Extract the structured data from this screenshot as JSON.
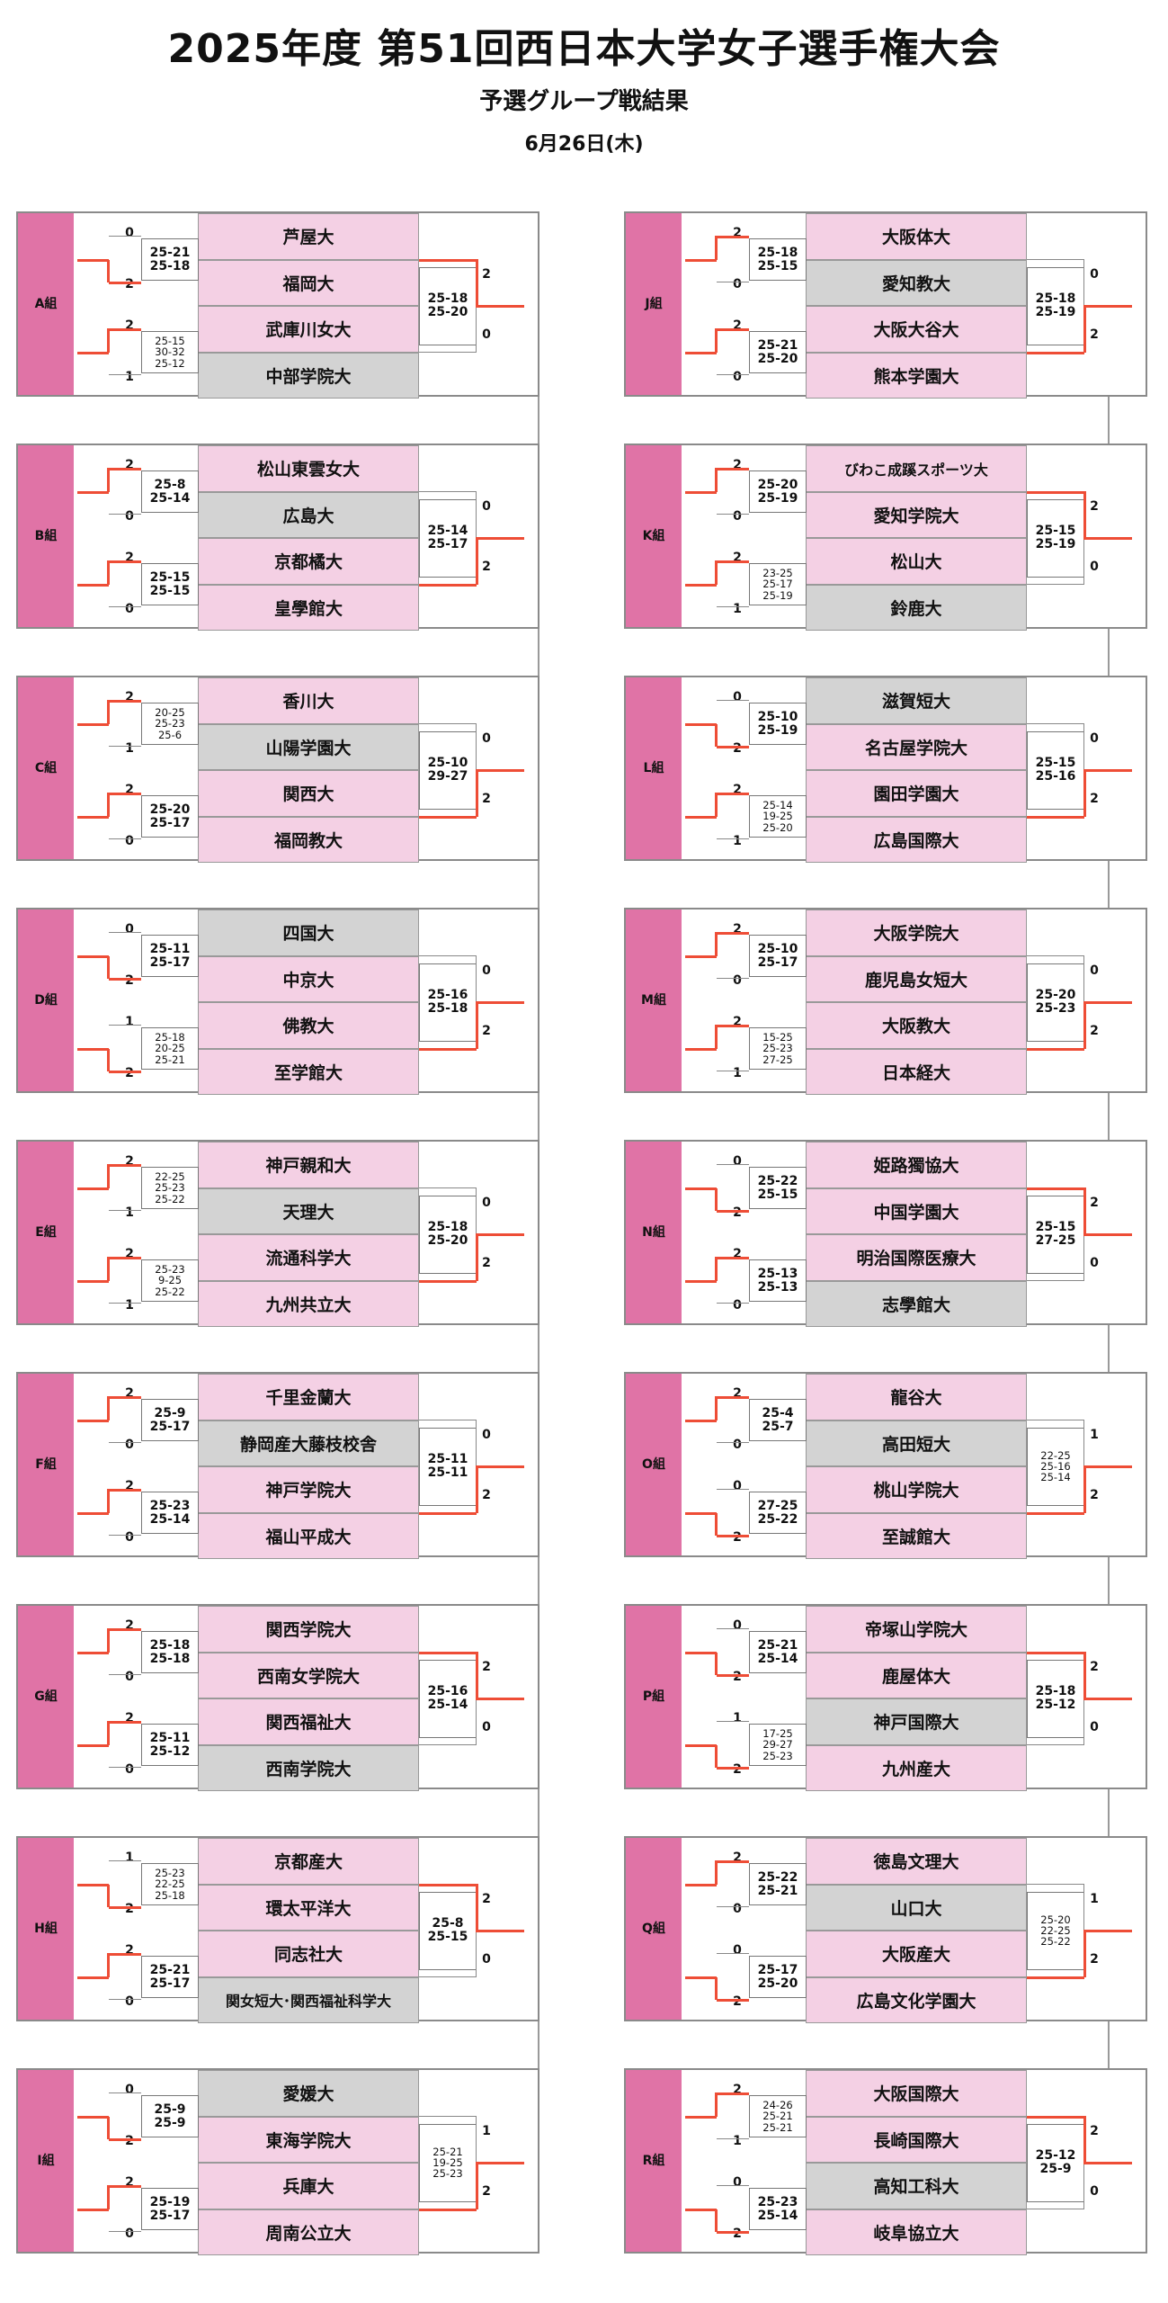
{
  "header": {
    "title": "2025年度 第51回西日本大学女子選手権大会",
    "subtitle": "予選グループ戦結果",
    "date": "6月26日(木)"
  },
  "colors": {
    "group_label": "#e073a6",
    "team_pink": "#f4d0e4",
    "team_gray": "#d3d3d3",
    "winner_line": "#ee4d36"
  },
  "groups": [
    {
      "name": "A",
      "suffix": "組",
      "teams": [
        {
          "name": "芦屋大",
          "shade": "pink"
        },
        {
          "name": "福岡大",
          "shade": "pink"
        },
        {
          "name": "武庫川女大",
          "shade": "pink"
        },
        {
          "name": "中部学院大",
          "shade": "gray"
        }
      ],
      "match1": {
        "scores": [
          "25-21",
          "25-18"
        ],
        "sets": [
          "0",
          "2"
        ],
        "winner": "bottom"
      },
      "match2": {
        "scores": [
          "25-15",
          "30-32",
          "25-12"
        ],
        "sets": [
          "2",
          "1"
        ],
        "winner": "top"
      },
      "final": {
        "scores": [
          "25-18",
          "25-20"
        ],
        "sets": [
          "2",
          "0"
        ],
        "winner": "top"
      }
    },
    {
      "name": "B",
      "suffix": "組",
      "teams": [
        {
          "name": "松山東雲女大",
          "shade": "pink"
        },
        {
          "name": "広島大",
          "shade": "gray"
        },
        {
          "name": "京都橘大",
          "shade": "pink"
        },
        {
          "name": "皇學館大",
          "shade": "pink"
        }
      ],
      "match1": {
        "scores": [
          "25-8",
          "25-14"
        ],
        "sets": [
          "2",
          "0"
        ],
        "winner": "top"
      },
      "match2": {
        "scores": [
          "25-15",
          "25-15"
        ],
        "sets": [
          "2",
          "0"
        ],
        "winner": "top"
      },
      "final": {
        "scores": [
          "25-14",
          "25-17"
        ],
        "sets": [
          "0",
          "2"
        ],
        "winner": "bottom"
      }
    },
    {
      "name": "C",
      "suffix": "組",
      "teams": [
        {
          "name": "香川大",
          "shade": "pink"
        },
        {
          "name": "山陽学園大",
          "shade": "gray"
        },
        {
          "name": "関西大",
          "shade": "pink"
        },
        {
          "name": "福岡教大",
          "shade": "pink"
        }
      ],
      "match1": {
        "scores": [
          "20-25",
          "25-23",
          "25-6"
        ],
        "sets": [
          "2",
          "1"
        ],
        "winner": "top"
      },
      "match2": {
        "scores": [
          "25-20",
          "25-17"
        ],
        "sets": [
          "2",
          "0"
        ],
        "winner": "top"
      },
      "final": {
        "scores": [
          "25-10",
          "29-27"
        ],
        "sets": [
          "0",
          "2"
        ],
        "winner": "bottom"
      }
    },
    {
      "name": "D",
      "suffix": "組",
      "teams": [
        {
          "name": "四国大",
          "shade": "gray"
        },
        {
          "name": "中京大",
          "shade": "pink"
        },
        {
          "name": "佛教大",
          "shade": "pink"
        },
        {
          "name": "至学館大",
          "shade": "pink"
        }
      ],
      "match1": {
        "scores": [
          "25-11",
          "25-17"
        ],
        "sets": [
          "0",
          "2"
        ],
        "winner": "bottom"
      },
      "match2": {
        "scores": [
          "25-18",
          "20-25",
          "25-21"
        ],
        "sets": [
          "1",
          "2"
        ],
        "winner": "bottom"
      },
      "final": {
        "scores": [
          "25-16",
          "25-18"
        ],
        "sets": [
          "0",
          "2"
        ],
        "winner": "bottom"
      }
    },
    {
      "name": "E",
      "suffix": "組",
      "teams": [
        {
          "name": "神戸親和大",
          "shade": "pink"
        },
        {
          "name": "天理大",
          "shade": "gray"
        },
        {
          "name": "流通科学大",
          "shade": "pink"
        },
        {
          "name": "九州共立大",
          "shade": "pink"
        }
      ],
      "match1": {
        "scores": [
          "22-25",
          "25-23",
          "25-22"
        ],
        "sets": [
          "2",
          "1"
        ],
        "winner": "top"
      },
      "match2": {
        "scores": [
          "25-23",
          "9-25",
          "25-22"
        ],
        "sets": [
          "2",
          "1"
        ],
        "winner": "top"
      },
      "final": {
        "scores": [
          "25-18",
          "25-20"
        ],
        "sets": [
          "0",
          "2"
        ],
        "winner": "bottom"
      }
    },
    {
      "name": "F",
      "suffix": "組",
      "teams": [
        {
          "name": "千里金蘭大",
          "shade": "pink"
        },
        {
          "name": "静岡産大藤枝校舎",
          "shade": "gray"
        },
        {
          "name": "神戸学院大",
          "shade": "pink"
        },
        {
          "name": "福山平成大",
          "shade": "pink"
        }
      ],
      "match1": {
        "scores": [
          "25-9",
          "25-17"
        ],
        "sets": [
          "2",
          "0"
        ],
        "winner": "top"
      },
      "match2": {
        "scores": [
          "25-23",
          "25-14"
        ],
        "sets": [
          "2",
          "0"
        ],
        "winner": "top"
      },
      "final": {
        "scores": [
          "25-11",
          "25-11"
        ],
        "sets": [
          "0",
          "2"
        ],
        "winner": "bottom"
      }
    },
    {
      "name": "G",
      "suffix": "組",
      "teams": [
        {
          "name": "関西学院大",
          "shade": "pink"
        },
        {
          "name": "西南女学院大",
          "shade": "pink"
        },
        {
          "name": "関西福祉大",
          "shade": "pink"
        },
        {
          "name": "西南学院大",
          "shade": "gray"
        }
      ],
      "match1": {
        "scores": [
          "25-18",
          "25-18"
        ],
        "sets": [
          "2",
          "0"
        ],
        "winner": "top"
      },
      "match2": {
        "scores": [
          "25-11",
          "25-12"
        ],
        "sets": [
          "2",
          "0"
        ],
        "winner": "top"
      },
      "final": {
        "scores": [
          "25-16",
          "25-14"
        ],
        "sets": [
          "2",
          "0"
        ],
        "winner": "top"
      }
    },
    {
      "name": "H",
      "suffix": "組",
      "teams": [
        {
          "name": "京都産大",
          "shade": "pink"
        },
        {
          "name": "環太平洋大",
          "shade": "pink"
        },
        {
          "name": "同志社大",
          "shade": "pink"
        },
        {
          "name": "関女短大･関西福祉科学大",
          "shade": "gray"
        }
      ],
      "match1": {
        "scores": [
          "25-23",
          "22-25",
          "25-18"
        ],
        "sets": [
          "1",
          "2"
        ],
        "winner": "bottom"
      },
      "match2": {
        "scores": [
          "25-21",
          "25-17"
        ],
        "sets": [
          "2",
          "0"
        ],
        "winner": "top"
      },
      "final": {
        "scores": [
          "25-8",
          "25-15"
        ],
        "sets": [
          "2",
          "0"
        ],
        "winner": "top"
      }
    },
    {
      "name": "I",
      "suffix": "組",
      "teams": [
        {
          "name": "愛媛大",
          "shade": "gray"
        },
        {
          "name": "東海学院大",
          "shade": "pink"
        },
        {
          "name": "兵庫大",
          "shade": "pink"
        },
        {
          "name": "周南公立大",
          "shade": "pink"
        }
      ],
      "match1": {
        "scores": [
          "25-9",
          "25-9"
        ],
        "sets": [
          "0",
          "2"
        ],
        "winner": "bottom"
      },
      "match2": {
        "scores": [
          "25-19",
          "25-17"
        ],
        "sets": [
          "2",
          "0"
        ],
        "winner": "top"
      },
      "final": {
        "scores": [
          "25-21",
          "19-25",
          "25-23"
        ],
        "sets": [
          "1",
          "2"
        ],
        "winner": "bottom"
      }
    },
    {
      "name": "J",
      "suffix": "組",
      "teams": [
        {
          "name": "大阪体大",
          "shade": "pink"
        },
        {
          "name": "愛知教大",
          "shade": "gray"
        },
        {
          "name": "大阪大谷大",
          "shade": "pink"
        },
        {
          "name": "熊本学園大",
          "shade": "pink"
        }
      ],
      "match1": {
        "scores": [
          "25-18",
          "25-15"
        ],
        "sets": [
          "2",
          "0"
        ],
        "winner": "top"
      },
      "match2": {
        "scores": [
          "25-21",
          "25-20"
        ],
        "sets": [
          "2",
          "0"
        ],
        "winner": "top"
      },
      "final": {
        "scores": [
          "25-18",
          "25-19"
        ],
        "sets": [
          "0",
          "2"
        ],
        "winner": "bottom"
      }
    },
    {
      "name": "K",
      "suffix": "組",
      "teams": [
        {
          "name": "びわこ成蹊スポーツ大",
          "shade": "pink"
        },
        {
          "name": "愛知学院大",
          "shade": "pink"
        },
        {
          "name": "松山大",
          "shade": "pink"
        },
        {
          "name": "鈴鹿大",
          "shade": "gray"
        }
      ],
      "match1": {
        "scores": [
          "25-20",
          "25-19"
        ],
        "sets": [
          "2",
          "0"
        ],
        "winner": "top"
      },
      "match2": {
        "scores": [
          "23-25",
          "25-17",
          "25-19"
        ],
        "sets": [
          "2",
          "1"
        ],
        "winner": "top"
      },
      "final": {
        "scores": [
          "25-15",
          "25-19"
        ],
        "sets": [
          "2",
          "0"
        ],
        "winner": "top"
      }
    },
    {
      "name": "L",
      "suffix": "組",
      "teams": [
        {
          "name": "滋賀短大",
          "shade": "gray"
        },
        {
          "name": "名古屋学院大",
          "shade": "pink"
        },
        {
          "name": "園田学園大",
          "shade": "pink"
        },
        {
          "name": "広島国際大",
          "shade": "pink"
        }
      ],
      "match1": {
        "scores": [
          "25-10",
          "25-19"
        ],
        "sets": [
          "0",
          "2"
        ],
        "winner": "bottom"
      },
      "match2": {
        "scores": [
          "25-14",
          "19-25",
          "25-20"
        ],
        "sets": [
          "2",
          "1"
        ],
        "winner": "top"
      },
      "final": {
        "scores": [
          "25-15",
          "25-16"
        ],
        "sets": [
          "0",
          "2"
        ],
        "winner": "bottom"
      }
    },
    {
      "name": "M",
      "suffix": "組",
      "teams": [
        {
          "name": "大阪学院大",
          "shade": "pink"
        },
        {
          "name": "鹿児島女短大",
          "shade": "pink"
        },
        {
          "name": "大阪教大",
          "shade": "pink"
        },
        {
          "name": "日本経大",
          "shade": "pink"
        }
      ],
      "match1": {
        "scores": [
          "25-10",
          "25-17"
        ],
        "sets": [
          "2",
          "0"
        ],
        "winner": "top"
      },
      "match2": {
        "scores": [
          "15-25",
          "25-23",
          "27-25"
        ],
        "sets": [
          "2",
          "1"
        ],
        "winner": "top"
      },
      "final": {
        "scores": [
          "25-20",
          "25-23"
        ],
        "sets": [
          "0",
          "2"
        ],
        "winner": "bottom"
      }
    },
    {
      "name": "N",
      "suffix": "組",
      "teams": [
        {
          "name": "姫路獨協大",
          "shade": "pink"
        },
        {
          "name": "中国学園大",
          "shade": "pink"
        },
        {
          "name": "明治国際医療大",
          "shade": "pink"
        },
        {
          "name": "志學館大",
          "shade": "gray"
        }
      ],
      "match1": {
        "scores": [
          "25-22",
          "25-15"
        ],
        "sets": [
          "0",
          "2"
        ],
        "winner": "bottom"
      },
      "match2": {
        "scores": [
          "25-13",
          "25-13"
        ],
        "sets": [
          "2",
          "0"
        ],
        "winner": "top"
      },
      "final": {
        "scores": [
          "25-15",
          "27-25"
        ],
        "sets": [
          "2",
          "0"
        ],
        "winner": "top"
      }
    },
    {
      "name": "O",
      "suffix": "組",
      "teams": [
        {
          "name": "龍谷大",
          "shade": "pink"
        },
        {
          "name": "高田短大",
          "shade": "gray"
        },
        {
          "name": "桃山学院大",
          "shade": "pink"
        },
        {
          "name": "至誠館大",
          "shade": "pink"
        }
      ],
      "match1": {
        "scores": [
          "25-4",
          "25-7"
        ],
        "sets": [
          "2",
          "0"
        ],
        "winner": "top"
      },
      "match2": {
        "scores": [
          "27-25",
          "25-22"
        ],
        "sets": [
          "0",
          "2"
        ],
        "winner": "bottom"
      },
      "final": {
        "scores": [
          "22-25",
          "25-16",
          "25-14"
        ],
        "sets": [
          "1",
          "2"
        ],
        "winner": "bottom"
      }
    },
    {
      "name": "P",
      "suffix": "組",
      "teams": [
        {
          "name": "帝塚山学院大",
          "shade": "pink"
        },
        {
          "name": "鹿屋体大",
          "shade": "pink"
        },
        {
          "name": "神戸国際大",
          "shade": "gray"
        },
        {
          "name": "九州産大",
          "shade": "pink"
        }
      ],
      "match1": {
        "scores": [
          "25-21",
          "25-14"
        ],
        "sets": [
          "0",
          "2"
        ],
        "winner": "bottom"
      },
      "match2": {
        "scores": [
          "17-25",
          "29-27",
          "25-23"
        ],
        "sets": [
          "1",
          "2"
        ],
        "winner": "bottom"
      },
      "final": {
        "scores": [
          "25-18",
          "25-12"
        ],
        "sets": [
          "2",
          "0"
        ],
        "winner": "top"
      }
    },
    {
      "name": "Q",
      "suffix": "組",
      "teams": [
        {
          "name": "徳島文理大",
          "shade": "pink"
        },
        {
          "name": "山口大",
          "shade": "gray"
        },
        {
          "name": "大阪産大",
          "shade": "pink"
        },
        {
          "name": "広島文化学園大",
          "shade": "pink"
        }
      ],
      "match1": {
        "scores": [
          "25-22",
          "25-21"
        ],
        "sets": [
          "2",
          "0"
        ],
        "winner": "top"
      },
      "match2": {
        "scores": [
          "25-17",
          "25-20"
        ],
        "sets": [
          "0",
          "2"
        ],
        "winner": "bottom"
      },
      "final": {
        "scores": [
          "25-20",
          "22-25",
          "25-22"
        ],
        "sets": [
          "1",
          "2"
        ],
        "winner": "bottom"
      }
    },
    {
      "name": "R",
      "suffix": "組",
      "teams": [
        {
          "name": "大阪国際大",
          "shade": "pink"
        },
        {
          "name": "長崎国際大",
          "shade": "pink"
        },
        {
          "name": "高知工科大",
          "shade": "gray"
        },
        {
          "name": "岐阜協立大",
          "shade": "pink"
        }
      ],
      "match1": {
        "scores": [
          "24-26",
          "25-21",
          "25-21"
        ],
        "sets": [
          "2",
          "1"
        ],
        "winner": "top"
      },
      "match2": {
        "scores": [
          "25-23",
          "25-14"
        ],
        "sets": [
          "0",
          "2"
        ],
        "winner": "bottom"
      },
      "final": {
        "scores": [
          "25-12",
          "25-9"
        ],
        "sets": [
          "2",
          "0"
        ],
        "winner": "top"
      }
    }
  ]
}
